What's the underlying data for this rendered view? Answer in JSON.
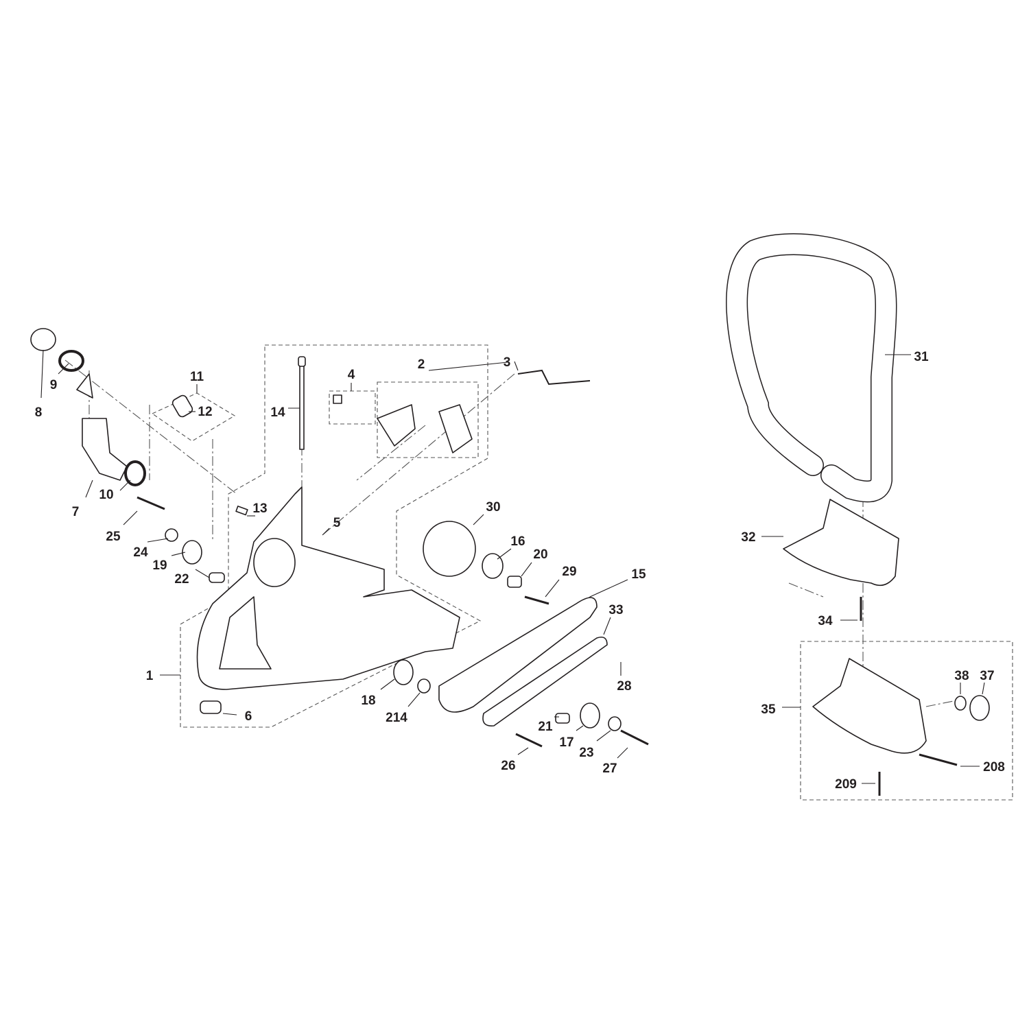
{
  "diagram": {
    "type": "exploded-parts-diagram",
    "part_labels": [
      "8",
      "9",
      "11",
      "12",
      "14",
      "4",
      "2",
      "3",
      "31",
      "7",
      "10",
      "13",
      "5",
      "30",
      "25",
      "24",
      "19",
      "22",
      "16",
      "20",
      "29",
      "15",
      "32",
      "33",
      "34",
      "1",
      "28",
      "38",
      "37",
      "18",
      "214",
      "35",
      "6",
      "21",
      "17",
      "23",
      "26",
      "27",
      "208",
      "209"
    ],
    "colors": {
      "ink": "#231f20",
      "background": "#ffffff"
    }
  }
}
